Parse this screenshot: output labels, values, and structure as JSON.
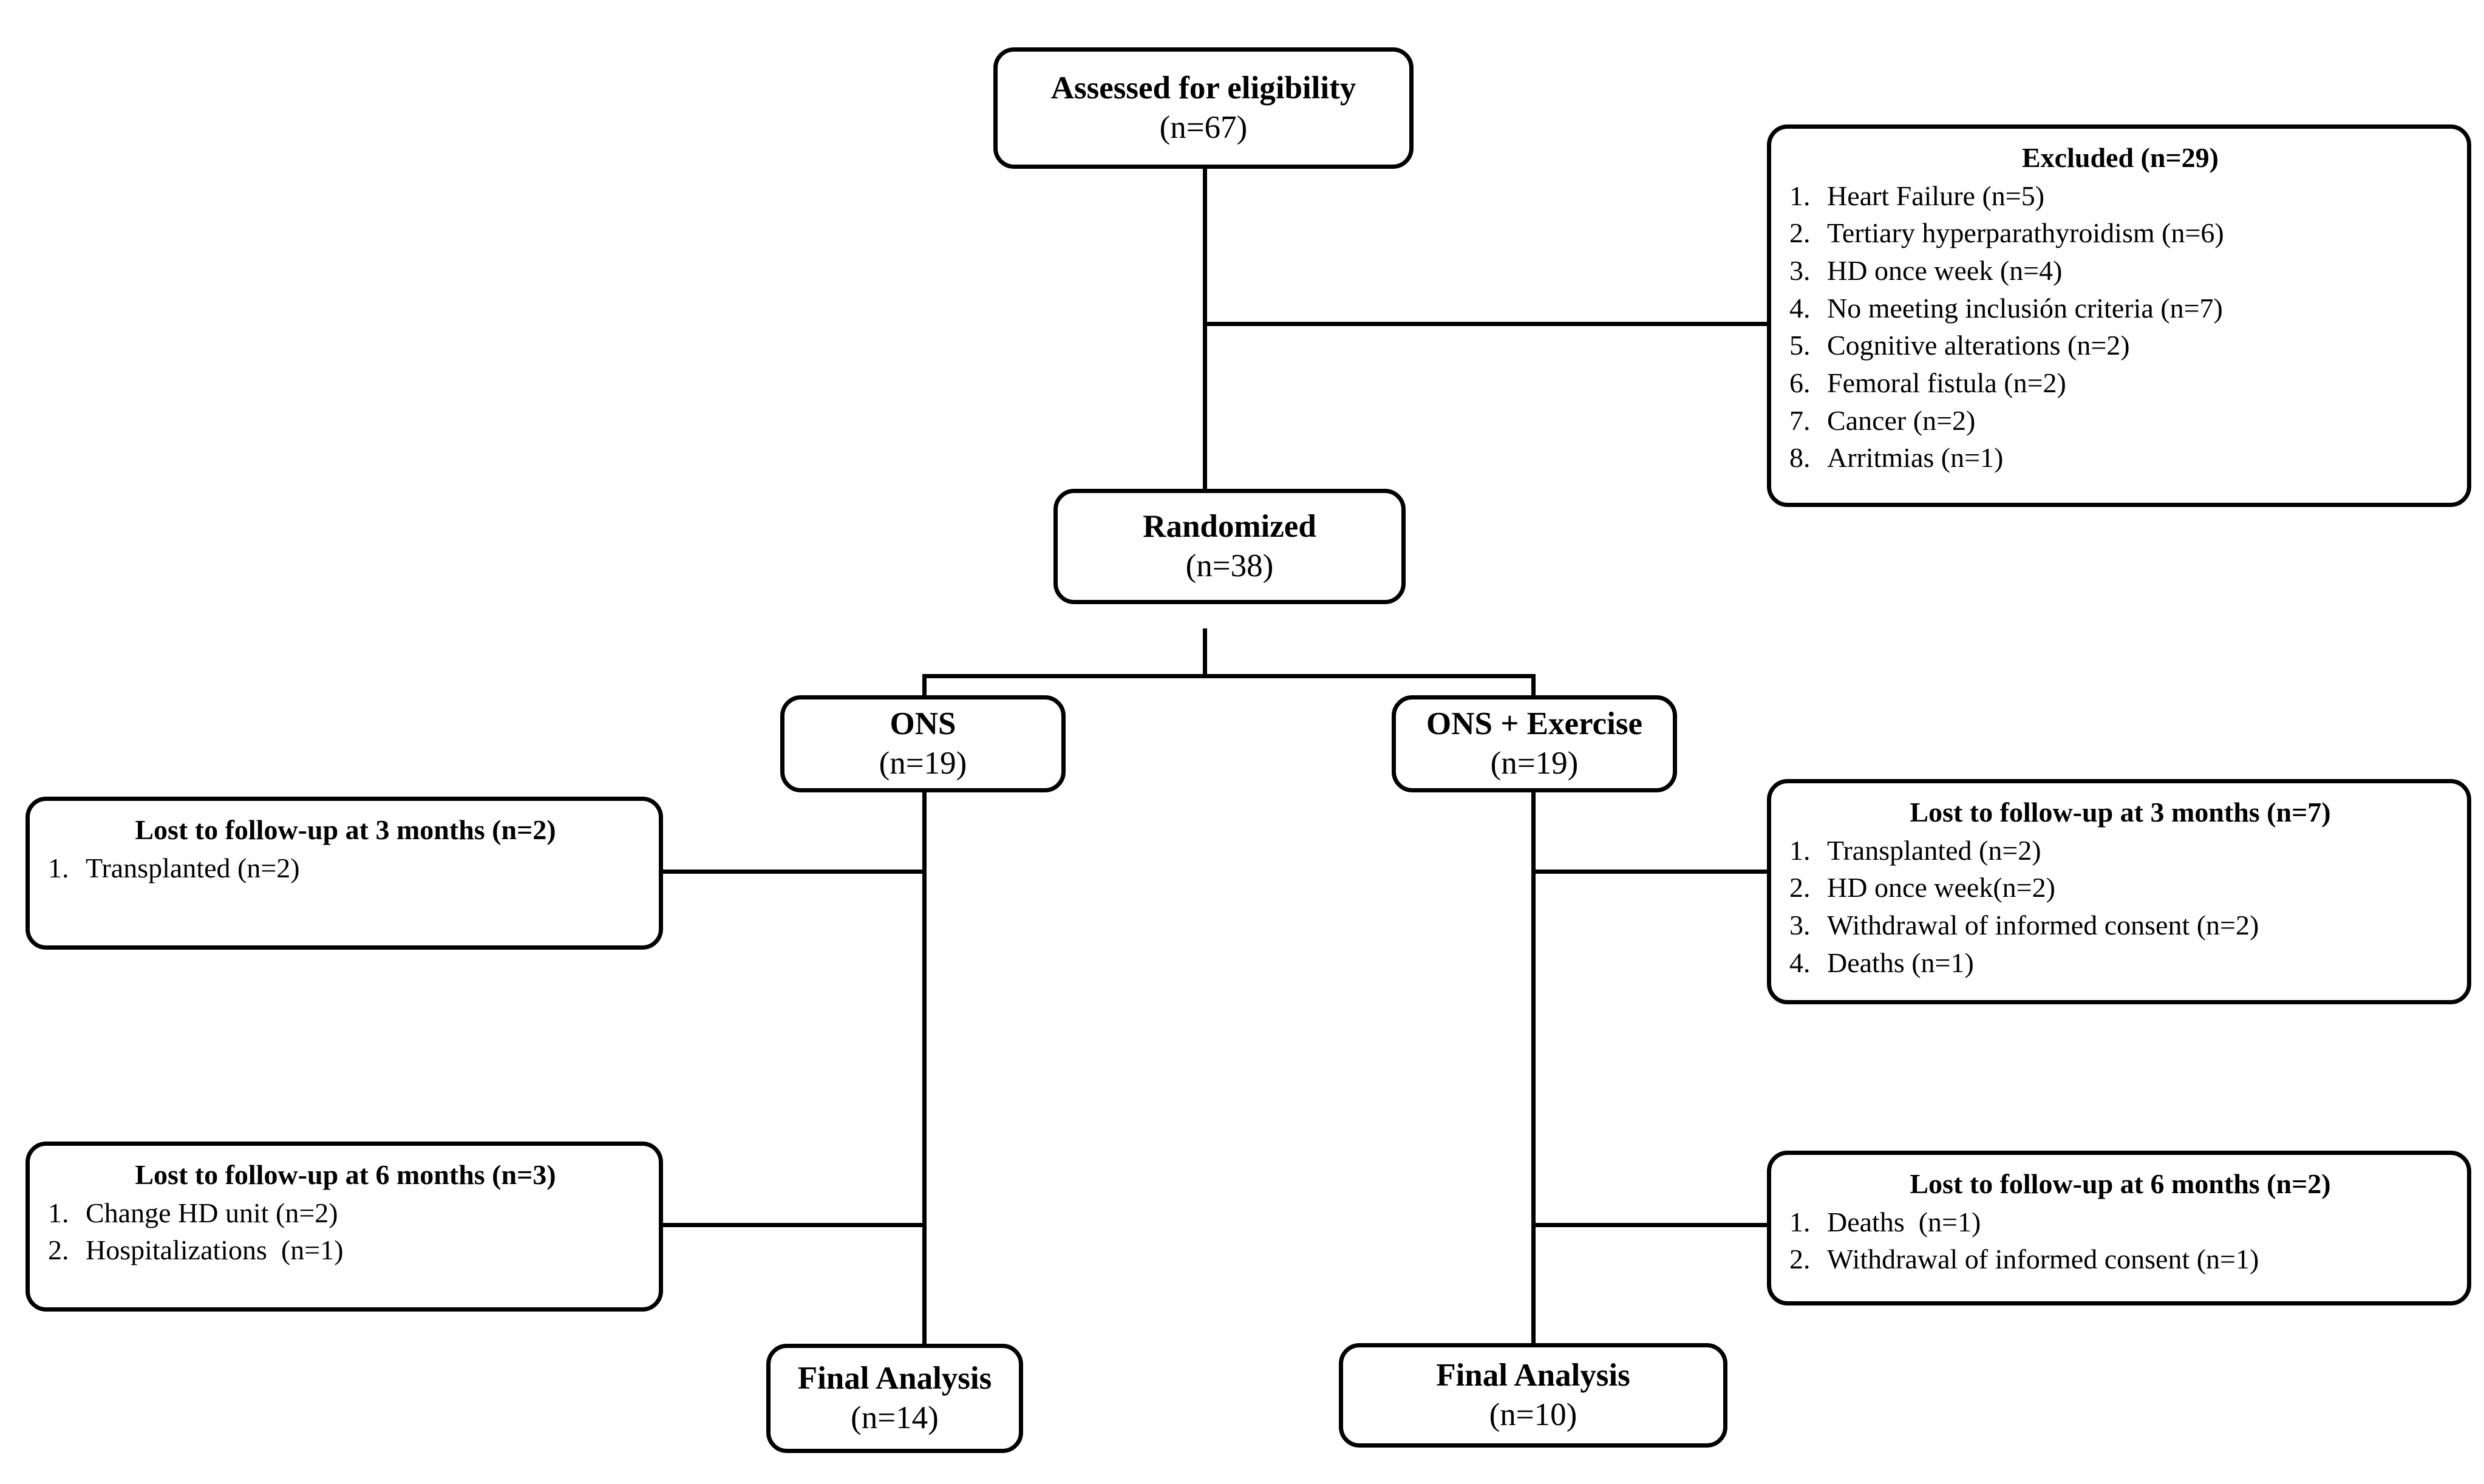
{
  "diagram": {
    "type": "CONSORT participant flow diagram",
    "boxes": {
      "assessed": {
        "title": "Assessed for eligibility",
        "sub": "(n=67)"
      },
      "excluded": {
        "title": "Excluded (n=29)",
        "items": [
          {
            "num": "1.",
            "text": "Heart Failure (n=5)"
          },
          {
            "num": "2.",
            "text": "Tertiary hyperparathyroidism (n=6)"
          },
          {
            "num": "3.",
            "text": "HD once week (n=4)"
          },
          {
            "num": "4.",
            "text": "No meeting inclusión criteria (n=7)"
          },
          {
            "num": "5.",
            "text": "Cognitive alterations (n=2)"
          },
          {
            "num": "6.",
            "text": "Femoral fistula (n=2)"
          },
          {
            "num": "7.",
            "text": "Cancer (n=2)"
          },
          {
            "num": "8.",
            "text": "Arritmias (n=1)"
          }
        ]
      },
      "randomized": {
        "title": "Randomized",
        "sub": "(n=38)"
      },
      "arm_ons": {
        "title": "ONS",
        "sub": "(n=19)"
      },
      "arm_ons_exercise": {
        "title": "ONS + Exercise",
        "sub": "(n=19)"
      },
      "lost_3m_left": {
        "title": "Lost to follow-up at 3 months (n=2)",
        "items": [
          {
            "num": "1.",
            "text": "Transplanted (n=2)"
          }
        ]
      },
      "lost_3m_right": {
        "title": "Lost to follow-up at 3 months (n=7)",
        "items": [
          {
            "num": "1.",
            "text": "Transplanted (n=2)"
          },
          {
            "num": "2.",
            "text": "HD once week(n=2)"
          },
          {
            "num": "3.",
            "text": "Withdrawal of informed consent (n=2)"
          },
          {
            "num": "4.",
            "text": "Deaths (n=1)"
          }
        ]
      },
      "lost_6m_left": {
        "title": "Lost to follow-up at 6 months (n=3)",
        "items": [
          {
            "num": "1.",
            "text": "Change HD unit (n=2)"
          },
          {
            "num": "2.",
            "text": "Hospitalizations  (n=1)"
          }
        ]
      },
      "lost_6m_right": {
        "title": "Lost to follow-up at 6 months (n=2)",
        "items": [
          {
            "num": "1.",
            "text": "Deaths  (n=1)"
          },
          {
            "num": "2.",
            "text": "Withdrawal of informed consent (n=1)"
          }
        ]
      },
      "final_left": {
        "title": "Final Analysis",
        "sub": "(n=14)"
      },
      "final_right": {
        "title": "Final Analysis",
        "sub": "(n=10)"
      }
    },
    "counts": {
      "assessed": 67,
      "excluded": 29,
      "randomized": 38,
      "ons": 19,
      "ons_exercise": 19,
      "lost_3m_ons": 2,
      "lost_3m_ons_exercise": 7,
      "lost_6m_ons": 3,
      "lost_6m_ons_exercise": 2,
      "final_ons": 14,
      "final_ons_exercise": 10
    },
    "colors": {
      "line": "#000000",
      "box_border": "#000000",
      "background": "#ffffff",
      "text": "#000000"
    }
  }
}
